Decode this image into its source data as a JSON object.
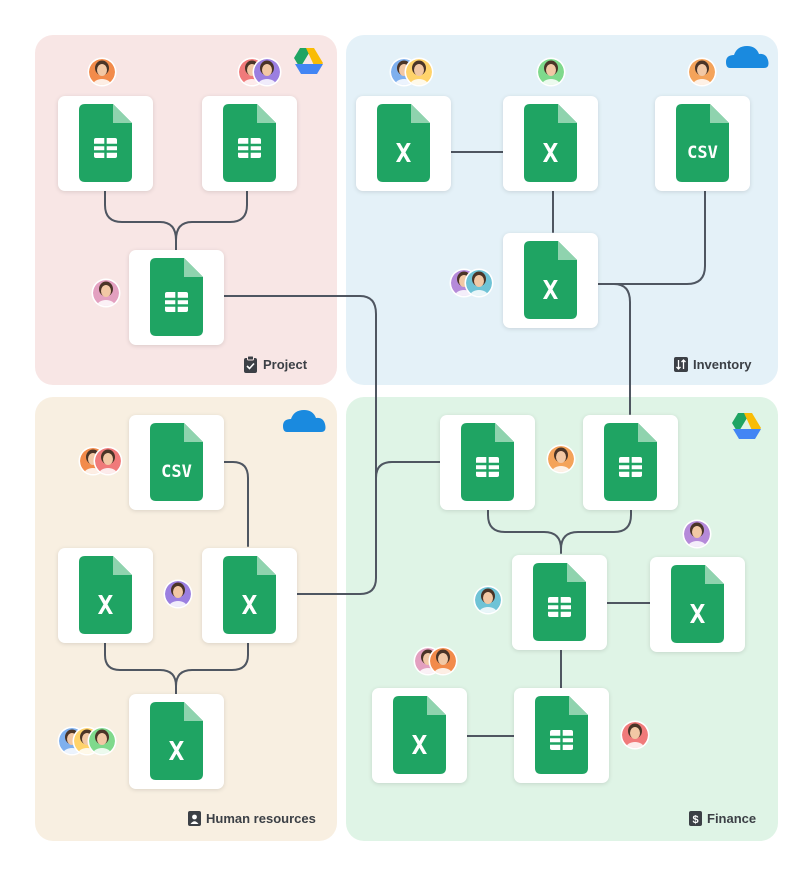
{
  "colors": {
    "project_panel": "#f8e6e5",
    "inventory_panel": "#e4f1f8",
    "hr_panel": "#f8efe1",
    "finance_panel": "#dff4e6",
    "connector": "#4f5661",
    "file_green": "#1fa463",
    "file_fold": "#8fd3ae",
    "gdrive_green": "#1fa463",
    "gdrive_yellow": "#f9bc05",
    "gdrive_blue": "#4285f4",
    "onedrive_blue": "#1a8adf"
  },
  "panels": {
    "project": {
      "label": "Project",
      "icon": "clipboard-check-icon",
      "storage": "google-drive-icon"
    },
    "inventory": {
      "label": "Inventory",
      "icon": "inventory-sort-icon",
      "storage": "onedrive-cloud-icon"
    },
    "hr": {
      "label": "Human resources",
      "icon": "id-badge-icon",
      "storage": "onedrive-cloud-icon"
    },
    "finance": {
      "label": "Finance",
      "icon": "dollar-document-icon",
      "storage": "google-drive-icon"
    }
  },
  "file_types": {
    "xlsx": {
      "glyph": "X",
      "icon": "excel-icon"
    },
    "gsheet": {
      "glyph": "",
      "icon": "google-sheets-icon"
    },
    "csv": {
      "glyph": "CSV",
      "icon": "csv-file-icon"
    }
  },
  "avatar_palette": [
    "#f28b4b",
    "#f07a7a",
    "#9b7fe0",
    "#7fb0ee",
    "#ffd36b",
    "#7fd98c",
    "#f4a35a",
    "#b58ad9",
    "#6fc3d6",
    "#e3a0c0"
  ]
}
